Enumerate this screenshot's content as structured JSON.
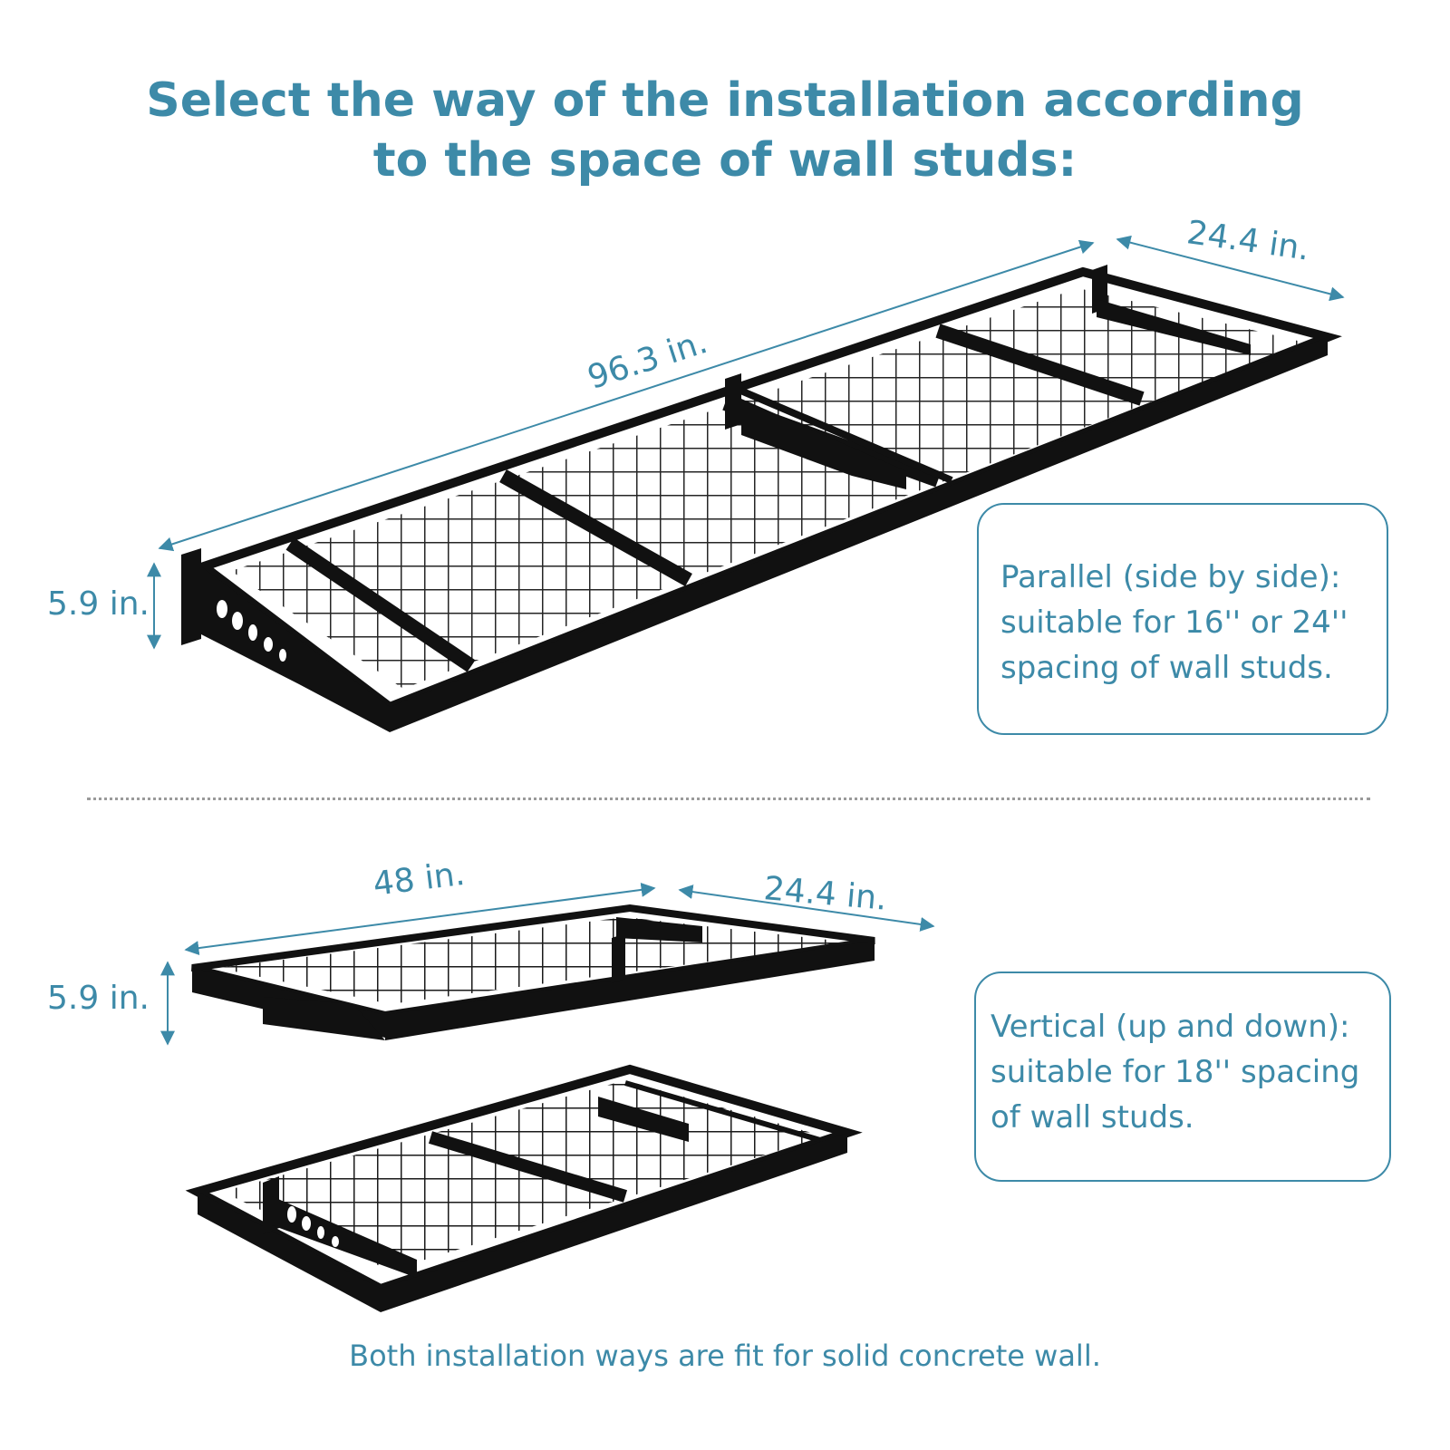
{
  "title": {
    "line1": "Select the way of the installation according",
    "line2": "to the space of wall studs:"
  },
  "parallel": {
    "dims": {
      "length": "96.3 in.",
      "depth": "24.4 in.",
      "height": "5.9 in."
    },
    "box": {
      "line1": "Parallel (side by side):",
      "line2": "suitable for 16'' or 24''",
      "line3": "spacing of wall studs."
    }
  },
  "vertical": {
    "dims": {
      "length": "48 in.",
      "depth": "24.4 in.",
      "height": "5.9 in."
    },
    "box": {
      "line1": "Vertical (up and down):",
      "line2": "suitable for 18'' spacing",
      "line3": "of wall studs."
    }
  },
  "footer": "Both installation ways are fit for solid concrete wall.",
  "colors": {
    "accent": "#3d8aa8",
    "shelf": "#111111",
    "divider": "#9a9a9a"
  }
}
